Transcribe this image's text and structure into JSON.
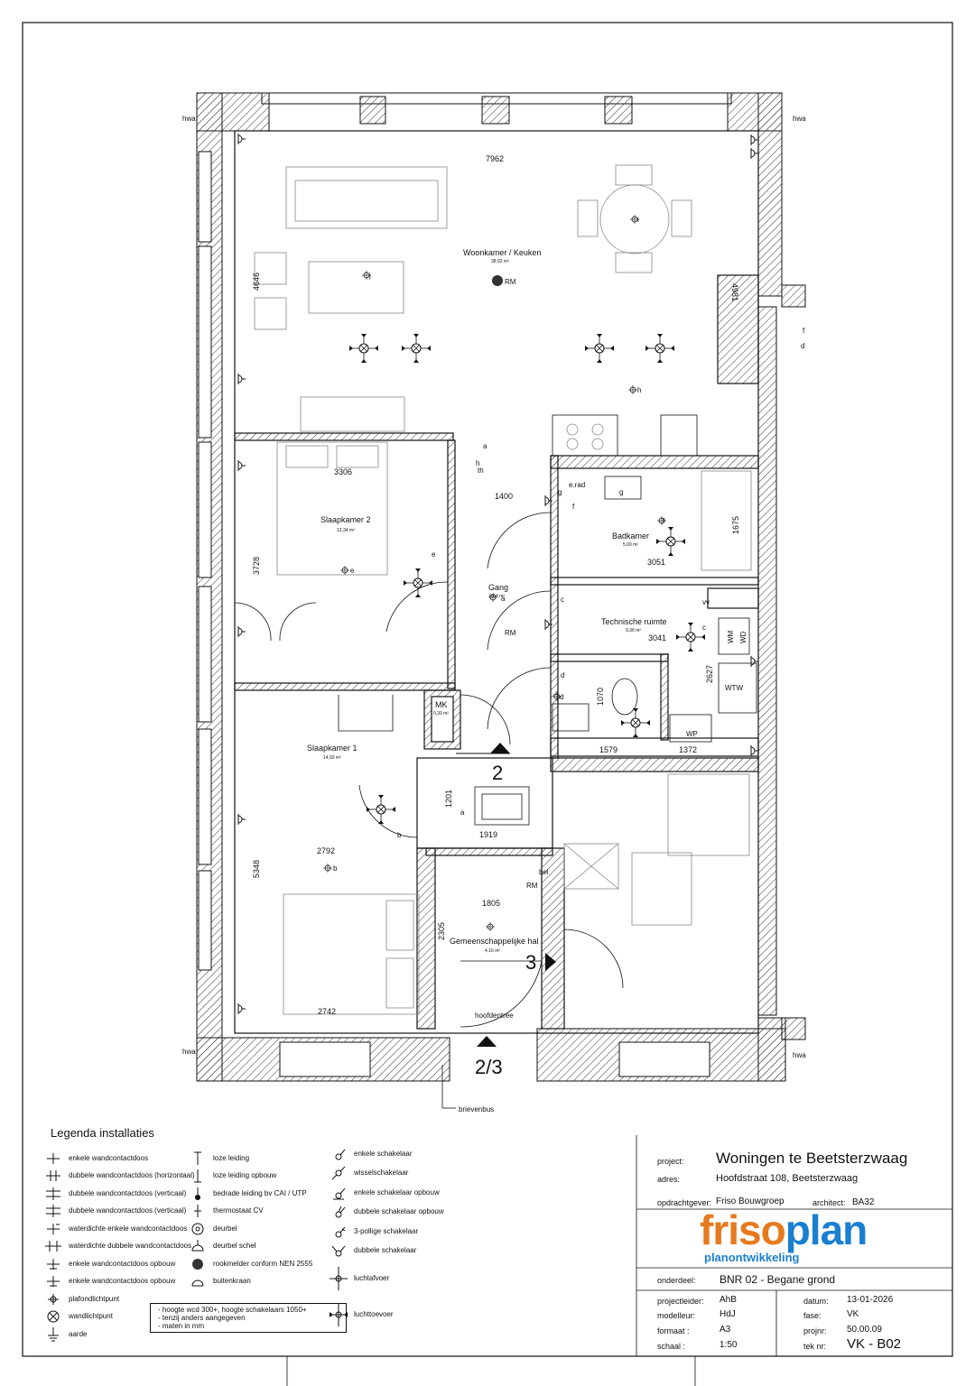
{
  "colors": {
    "line": "#111111",
    "brand_orange": "#e57a1f",
    "brand_blue": "#1b7fd1",
    "hatch": "#333333"
  },
  "rooms": {
    "woonkamer": {
      "name": "Woonkamer / Keuken",
      "area": "38,92 m²"
    },
    "slaapkamer2": {
      "name": "Slaapkamer 2",
      "area": "12,34 m²"
    },
    "badkamer": {
      "name": "Badkamer",
      "area": "5,00 m²"
    },
    "gang": {
      "name": "Gang",
      "area": "6,64 m²"
    },
    "techniek": {
      "name": "Technische ruimte",
      "area": "9,36 m²"
    },
    "mk": {
      "name": "MK",
      "area": "0,39 m²"
    },
    "slaapkamer1": {
      "name": "Slaapkamer 1",
      "area": "14,93 m²"
    },
    "hal": {
      "name": "Gemeenschappelijke hal",
      "area": "4,16 m²"
    }
  },
  "dimensions": [
    "7962",
    "4646",
    "4981",
    "3306",
    "1400",
    "3728",
    "1675",
    "3051",
    "3041",
    "2627",
    "1070",
    "1579",
    "1372",
    "1201",
    "1919",
    "2792",
    "5348",
    "1805",
    "2305",
    "2742"
  ],
  "labels": {
    "hwa": "hwa",
    "rm": "RM",
    "wm": "WM",
    "wd": "WD",
    "wtw": "WTW",
    "wp": "WP",
    "bel": "bel",
    "erad": "e.rad",
    "hoofdentree": "hoofdentree",
    "brievenbus": "brievenbus",
    "sec2": "2",
    "sec3": "3",
    "sec23": "2/3",
    "a": "a",
    "b": "b",
    "c": "c",
    "d": "d",
    "e": "e",
    "f": "f",
    "g": "g",
    "h": "h",
    "i": "i",
    "j": "j",
    "th": "th",
    "vv": "vv"
  },
  "legend": {
    "title": "Legenda installaties",
    "col1": [
      {
        "label": "enkele wandcontactdoos",
        "icon": "single-socket-icon"
      },
      {
        "label": "dubbele wandcontactdoos (horizontaal)",
        "icon": "double-socket-h-icon"
      },
      {
        "label": "dubbele wandcontactdoos (verticaal)",
        "icon": "double-socket-v-icon"
      },
      {
        "label": "dubbele wandcontactdoos (verticaal)",
        "icon": "double-socket-v-icon"
      },
      {
        "label": "waterdichte enkele wandcontactdoos",
        "icon": "waterproof-socket-icon"
      },
      {
        "label": "waterdichte dubbele wandcontactdoos",
        "icon": "waterproof-double-socket-icon"
      },
      {
        "label": "enkele wandcontactdoos opbouw",
        "icon": "surface-socket-icon"
      },
      {
        "label": "enkele wandcontactdoos opbouw",
        "icon": "surface-socket-icon"
      },
      {
        "label": "plafondlichtpunt",
        "icon": "ceiling-light-icon"
      },
      {
        "label": "wandlichtpunt",
        "icon": "wall-light-icon"
      },
      {
        "label": "aarde",
        "icon": "earth-icon"
      }
    ],
    "col2": [
      {
        "label": "loze leiding",
        "icon": "empty-conduit-icon"
      },
      {
        "label": "loze leiding opbouw",
        "icon": "empty-conduit-surface-icon"
      },
      {
        "label": "bedrade leiding bv CAI / UTP",
        "icon": "wired-conduit-icon"
      },
      {
        "label": "thermostaat CV",
        "icon": "thermostat-icon"
      },
      {
        "label": "deurbel",
        "icon": "doorbell-icon"
      },
      {
        "label": "deurbel schel",
        "icon": "door-chime-icon"
      },
      {
        "label": "rookmelder conform NEN 2555",
        "icon": "smoke-detector-icon"
      },
      {
        "label": "buitenkraan",
        "icon": "outdoor-tap-icon"
      }
    ],
    "col3": [
      {
        "label": "enkele schakelaar",
        "icon": "single-switch-icon"
      },
      {
        "label": "wisselschakelaar",
        "icon": "changeover-switch-icon"
      },
      {
        "label": "enkele schakelaar opbouw",
        "icon": "surface-switch-icon"
      },
      {
        "label": "dubbele schakelaar opbouw",
        "icon": "double-surface-switch-icon"
      },
      {
        "label": "3-pollige schakelaar",
        "icon": "three-pole-switch-icon"
      },
      {
        "label": "dubbele schakelaar",
        "icon": "double-switch-icon"
      },
      {
        "label": "luchtafvoer",
        "icon": "air-exhaust-icon"
      },
      {
        "label": "luchttoevoer",
        "icon": "air-supply-icon"
      }
    ],
    "notes": [
      "- hoogte wcd 300+, hoogte schakelaars 1050+",
      "- tenzij anders aangegeven",
      "- maten in mm"
    ]
  },
  "titleblock": {
    "project_k": "project:",
    "project_v": "Woningen te Beetsterzwaag",
    "adres_k": "adres:",
    "adres_v": "Hoofdstraat 108, Beetsterzwaag",
    "opdrachtgever_k": "opdrachtgever:",
    "opdrachtgever_v": "Friso Bouwgroep",
    "architect_k": "architect:",
    "architect_v": "BA32",
    "logo_a": "friso",
    "logo_b": "plan",
    "logo_sub": "planontwikkeling",
    "onderdeel_k": "onderdeel:",
    "onderdeel_v": "BNR 02 - Begane grond",
    "projectleider_k": "projectleider:",
    "projectleider_v": "AhB",
    "modelleur_k": "modelleur:",
    "modelleur_v": "HdJ",
    "formaat_k": "formaat :",
    "formaat_v": "A3",
    "schaal_k": "schaal :",
    "schaal_v": "1:50",
    "datum_k": "datum:",
    "datum_v": "13-01-2026",
    "fase_k": "fase:",
    "fase_v": "VK",
    "projnr_k": "projnr:",
    "projnr_v": "50.00.09",
    "teknr_k": "tek nr:",
    "teknr_v": "VK - B02"
  }
}
